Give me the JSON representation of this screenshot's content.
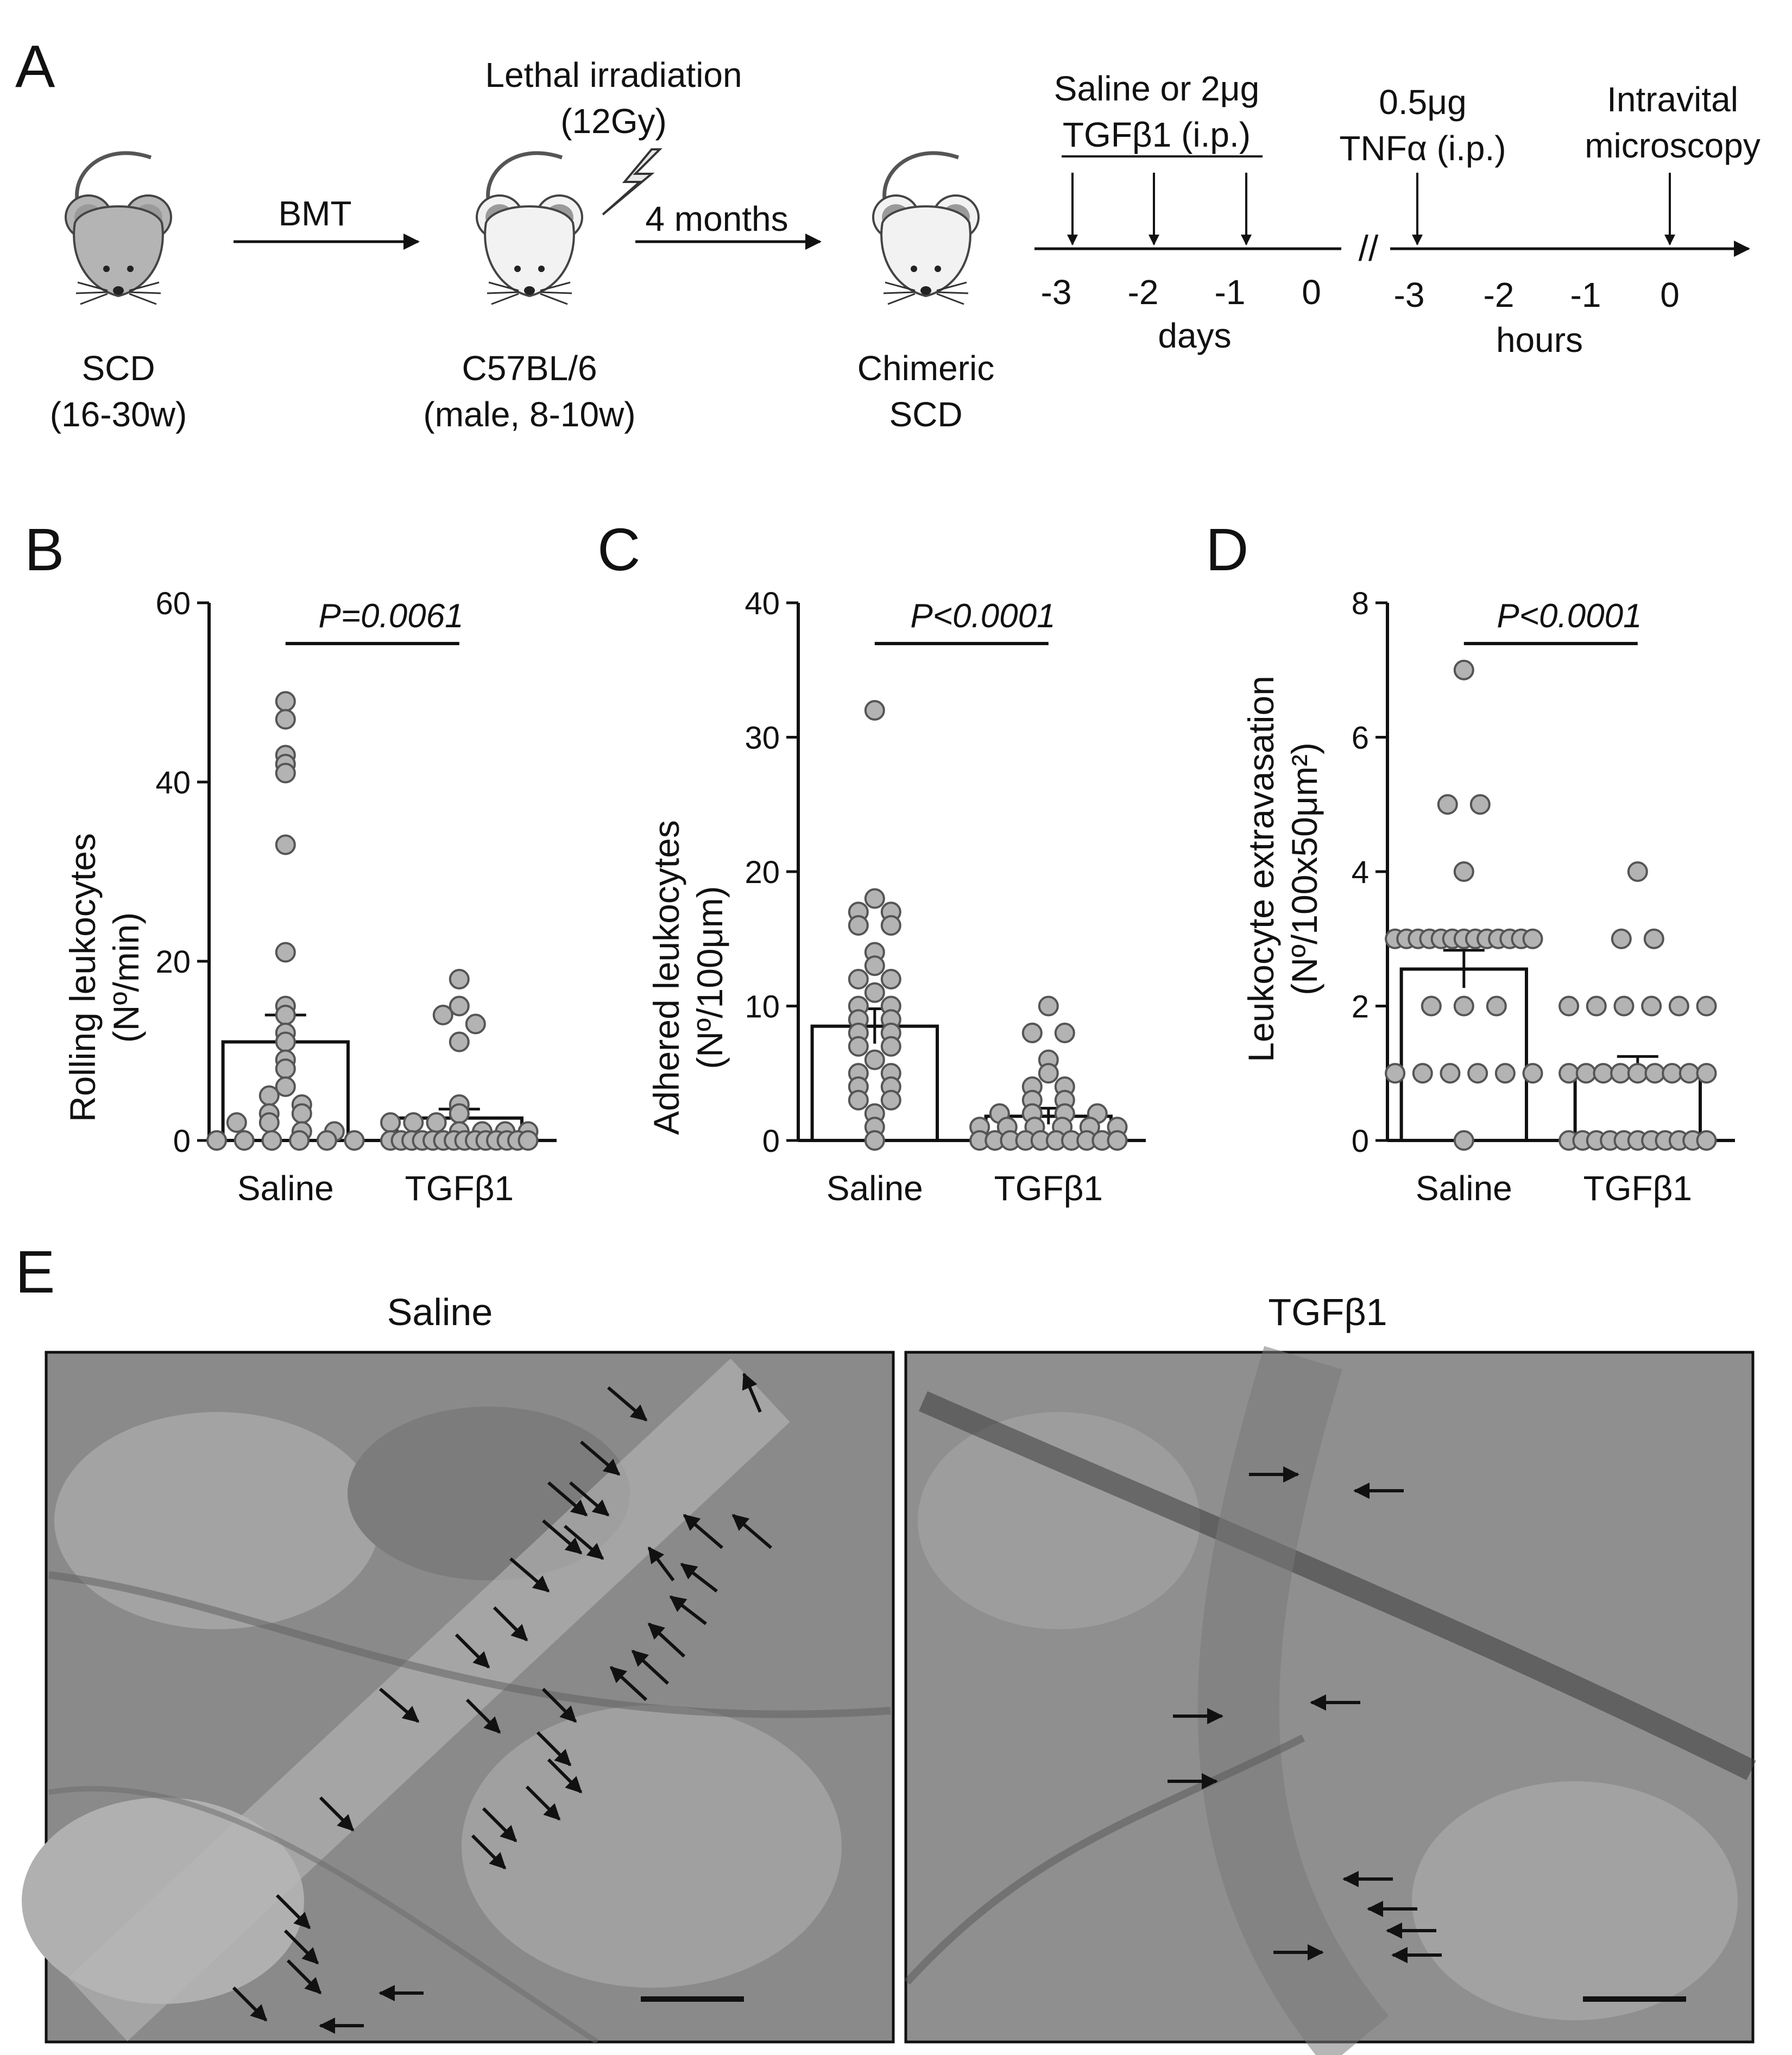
{
  "panels": {
    "A": {
      "letter": "A",
      "donor_label": "SCD",
      "donor_age": "(16-30w)",
      "bmt_label": "BMT",
      "recipient_label": "C57BL/6",
      "recipient_detail": "(male, 8-10w)",
      "irradiation_label": "Lethal irradiation",
      "irradiation_dose": "(12Gy)",
      "wait_label": "4 months",
      "chimeric_label": "Chimeric",
      "chimeric_sub": "SCD",
      "treatment_line1": "Saline or 2μg",
      "treatment_line2": "TGFβ1 (i.p.)",
      "tnf_line1": "0.5μg",
      "tnf_line2": "TNFα (i.p.)",
      "ivm_line1": "Intravital",
      "ivm_line2": "microscopy",
      "break_mark": "//",
      "day_ticks": [
        "-3",
        "-2",
        "-1",
        "0"
      ],
      "days_label": "days",
      "hour_ticks": [
        "-3",
        "-2",
        "-1",
        "0"
      ],
      "hours_label": "hours"
    },
    "E": {
      "letter": "E",
      "left_title": "Saline",
      "right_title": "TGFβ1"
    }
  },
  "chart_data": [
    {
      "letter": "B",
      "type": "bar",
      "categories": [
        "Saline",
        "TGFβ1"
      ],
      "ylabel_line1": "Rolling leukocytes",
      "ylabel_line2": "(Nº/min)",
      "ylim": [
        0,
        60
      ],
      "yticks": [
        "0",
        "20",
        "40",
        "60"
      ],
      "ytick_values": [
        0,
        20,
        40,
        60
      ],
      "annotation": "P=0.0061",
      "means": [
        11,
        2.5
      ],
      "sem": [
        3,
        1
      ],
      "points": [
        [
          49,
          47,
          43,
          42,
          41,
          33,
          21,
          15,
          14,
          12,
          11,
          9,
          8,
          6,
          5,
          4,
          3,
          3,
          2,
          2,
          1,
          1,
          0,
          0,
          0,
          0,
          0,
          0
        ],
        [
          18,
          15,
          14,
          13,
          11,
          4,
          3,
          2,
          2,
          2,
          1,
          1,
          1,
          1,
          0,
          0,
          0,
          0,
          0,
          0,
          0,
          0,
          0,
          0,
          0,
          0,
          0,
          0
        ]
      ]
    },
    {
      "letter": "C",
      "type": "bar",
      "categories": [
        "Saline",
        "TGFβ1"
      ],
      "ylabel_line1": "Adhered leukocytes",
      "ylabel_line2": "(Nº/100μm)",
      "ylim": [
        0,
        40
      ],
      "yticks": [
        "0",
        "10",
        "20",
        "30",
        "40"
      ],
      "ytick_values": [
        0,
        10,
        20,
        30,
        40
      ],
      "annotation": "P<0.0001",
      "means": [
        8.5,
        1.8
      ],
      "sem": [
        1.3,
        0.6
      ],
      "points": [
        [
          32,
          18,
          17,
          17,
          16,
          16,
          14,
          13,
          12,
          12,
          11,
          10,
          10,
          9,
          9,
          8,
          8,
          7,
          7,
          6,
          5,
          5,
          4,
          4,
          3,
          3,
          2,
          1,
          0
        ],
        [
          10,
          8,
          8,
          6,
          5,
          4,
          4,
          3,
          3,
          2,
          2,
          2,
          2,
          1,
          1,
          1,
          1,
          1,
          1,
          0,
          0,
          0,
          0,
          0,
          0,
          0,
          0,
          0,
          0
        ]
      ]
    },
    {
      "letter": "D",
      "type": "bar",
      "categories": [
        "Saline",
        "TGFβ1"
      ],
      "ylabel_line1": "Leukocyte extravasation",
      "ylabel_line2": "(Nº/100x50μm²)",
      "ylim": [
        0,
        8
      ],
      "yticks": [
        "0",
        "2",
        "4",
        "6",
        "8"
      ],
      "ytick_values": [
        0,
        2,
        4,
        6,
        8
      ],
      "annotation": "P<0.0001",
      "means": [
        2.55,
        1.05
      ],
      "sem": [
        0.28,
        0.2
      ],
      "points": [
        [
          7,
          5,
          5,
          4,
          3,
          3,
          3,
          3,
          3,
          3,
          3,
          3,
          3,
          3,
          3,
          3,
          3,
          2,
          2,
          2,
          1,
          1,
          1,
          1,
          1,
          1,
          0
        ],
        [
          4,
          3,
          3,
          2,
          2,
          2,
          2,
          2,
          2,
          1,
          1,
          1,
          1,
          1,
          1,
          1,
          1,
          1,
          0,
          0,
          0,
          0,
          0,
          0,
          0,
          0,
          0,
          0,
          0
        ]
      ]
    }
  ]
}
